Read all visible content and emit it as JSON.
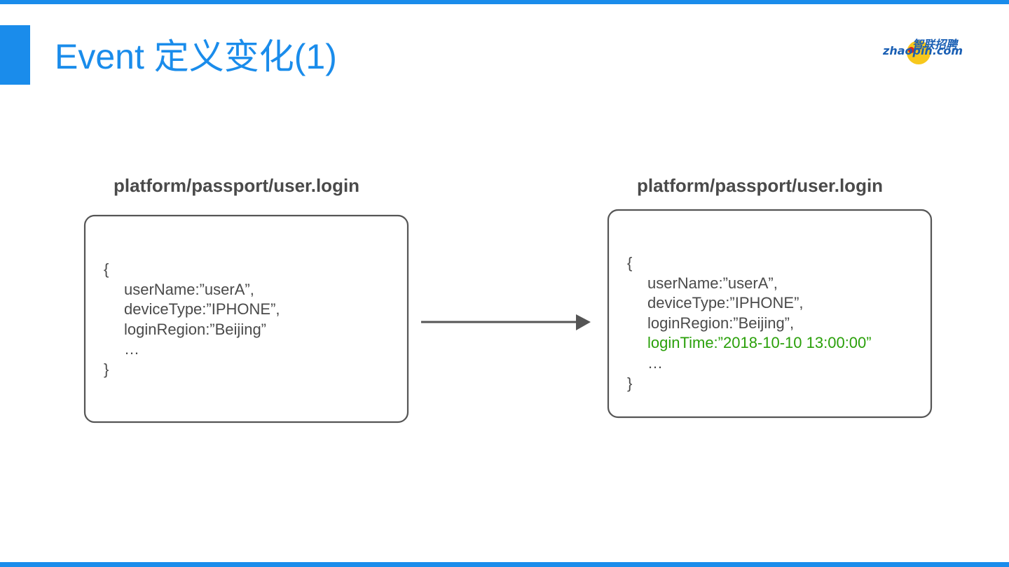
{
  "slide": {
    "title": "Event 定义变化(1)"
  },
  "logo": {
    "chinese": "智联招聘",
    "english": "zhaopin.com"
  },
  "before": {
    "event_name": "platform/passport/user.login",
    "open_brace": "{",
    "fields": [
      "userName:”userA”,",
      "deviceType:”IPHONE”,",
      "loginRegion:”Beijing”"
    ],
    "ellipsis": "…",
    "close_brace": "}"
  },
  "after": {
    "event_name": "platform/passport/user.login",
    "open_brace": "{",
    "fields": [
      "userName:”userA”,",
      "deviceType:”IPHONE”,",
      "loginRegion:”Beijing”,"
    ],
    "added_field": "loginTime:”2018-10-10 13:00:00”",
    "ellipsis": "…",
    "close_brace": "}"
  },
  "colors": {
    "accent": "#1a8ceb",
    "text": "#4a4a4a",
    "added": "#2aa00a",
    "stroke": "#555555"
  }
}
